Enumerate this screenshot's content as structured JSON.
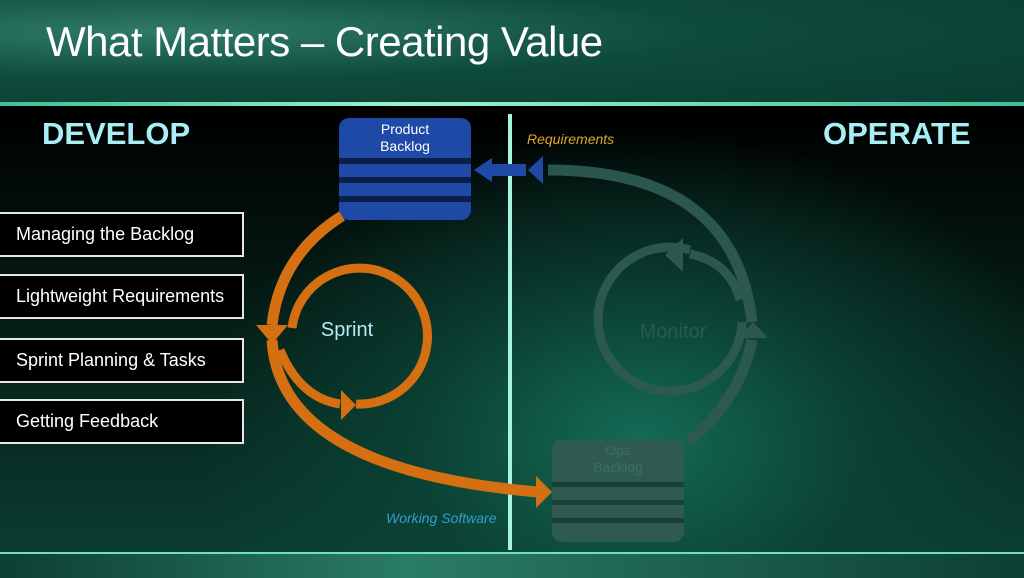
{
  "slide": {
    "title": "What Matters – Creating Value"
  },
  "develop": {
    "heading": "DEVELOP",
    "items": [
      {
        "label": "Managing the Backlog"
      },
      {
        "label": "Lightweight Requirements"
      },
      {
        "label": "Sprint Planning & Tasks"
      },
      {
        "label": "Getting Feedback"
      }
    ]
  },
  "operate": {
    "heading": "OPERATE"
  },
  "diagram": {
    "product_backlog": [
      "Product",
      "Backlog"
    ],
    "sprint": "Sprint",
    "monitor": "Monitor",
    "ops_backlog": [
      "Ops",
      "Backlog"
    ],
    "requirements": "Requirements",
    "working_software": "Working Software"
  },
  "colors": {
    "accent_orange": "#d46f12",
    "backlog_blue": "#1f49a6",
    "heading_cyan": "#a8eef7",
    "requirements_label": "#e2a32a",
    "working_software_label": "#2f9fd3",
    "operate_faded": "#2e5a51"
  }
}
